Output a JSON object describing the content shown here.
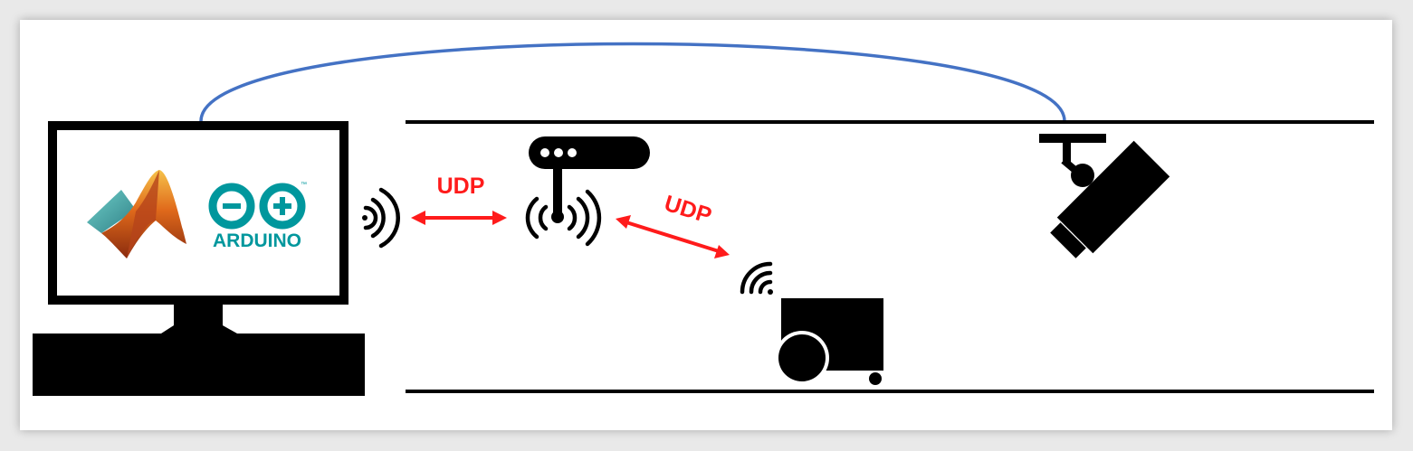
{
  "labels": {
    "udp_left": "UDP",
    "udp_right": "UDP",
    "arduino": "ARDUINO",
    "arduino_tm": "™"
  },
  "icons": [
    "computer-monitor-icon",
    "matlab-logo-icon",
    "arduino-logo-icon",
    "wifi-signal-icon",
    "router-icon",
    "robot-cart-icon",
    "security-camera-icon"
  ],
  "colors": {
    "arrow": "#ff1b1b",
    "cable": "#4472c4",
    "arduino_teal": "#00979d",
    "matlab_orange": "#e8711d",
    "matlab_teal": "#47a6a6",
    "track": "#000000"
  }
}
